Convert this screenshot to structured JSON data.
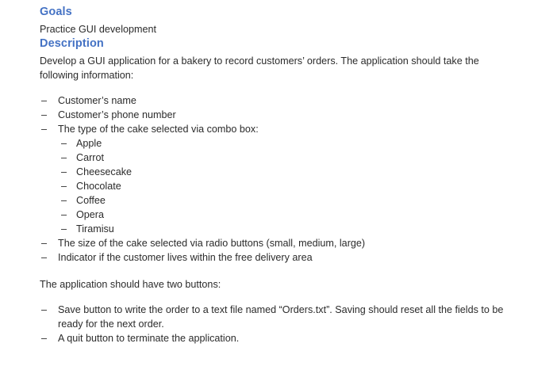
{
  "document": {
    "bullet_glyph": "–",
    "heading_color": "#4472C4",
    "body_color": "#2B2B2B",
    "background_color": "#FFFFFF",
    "sections": {
      "goals": {
        "heading": "Goals",
        "paragraph": "Practice GUI development"
      },
      "description": {
        "heading": "Description",
        "intro_paragraph": "Develop a GUI application for a bakery to record customers’ orders. The application should take the following information:",
        "requirements": [
          "Customer’s name",
          "Customer’s phone number",
          "The type of the cake selected via combo box:",
          "The size of the cake selected via radio buttons (small, medium, large)",
          "Indicator if the customer lives within the free delivery area"
        ],
        "cake_types": [
          "Apple",
          "Carrot",
          "Cheesecake",
          "Chocolate",
          "Coffee",
          "Opera",
          "Tiramisu"
        ],
        "buttons_paragraph": "The application should have two buttons:",
        "buttons": [
          "Save button to write the order to a text file named “Orders.txt”. Saving should reset all the fields to be ready for the next order.",
          "A quit button to terminate the application."
        ]
      }
    }
  }
}
